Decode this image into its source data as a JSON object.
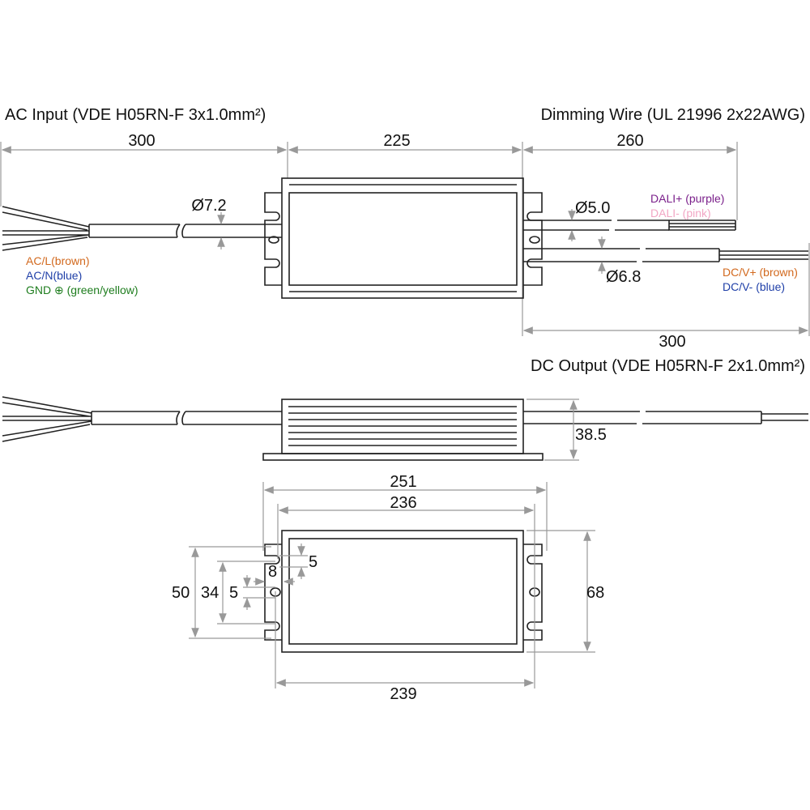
{
  "titles": {
    "ac_input": "AC Input (VDE H05RN-F 3x1.0mm²)",
    "dimming": "Dimming Wire (UL 21996 2x22AWG)",
    "dc_output": "DC Output (VDE H05RN-F 2x1.0mm²)"
  },
  "wires": {
    "ac_l": "AC/L(brown)",
    "ac_n": "AC/N(blue)",
    "gnd": "GND ⊕ (green/yellow)",
    "dali_p": "DALI+ (purple)",
    "dali_n": "DALI- (pink)",
    "dc_p": "DC/V+ (brown)",
    "dc_n": "DC/V- (blue)"
  },
  "colors": {
    "brown": "#d2691e",
    "blue": "#1f3fa8",
    "green": "#1e7d1e",
    "purple": "#7a1f8a",
    "pink": "#f2a6c4"
  },
  "dims": {
    "ac_len": "300",
    "body_len": "225",
    "dim_len": "260",
    "dc_len": "300",
    "d_ac": "Ø7.2",
    "d_dim": "Ø5.0",
    "d_dc": "Ø6.8",
    "height": "38.5",
    "flange_len": "251",
    "hole_pitch": "236",
    "base_len": "239",
    "width": "68",
    "w50": "50",
    "w34": "34",
    "slot5a": "5",
    "slot8": "8",
    "slot5b": "5"
  }
}
